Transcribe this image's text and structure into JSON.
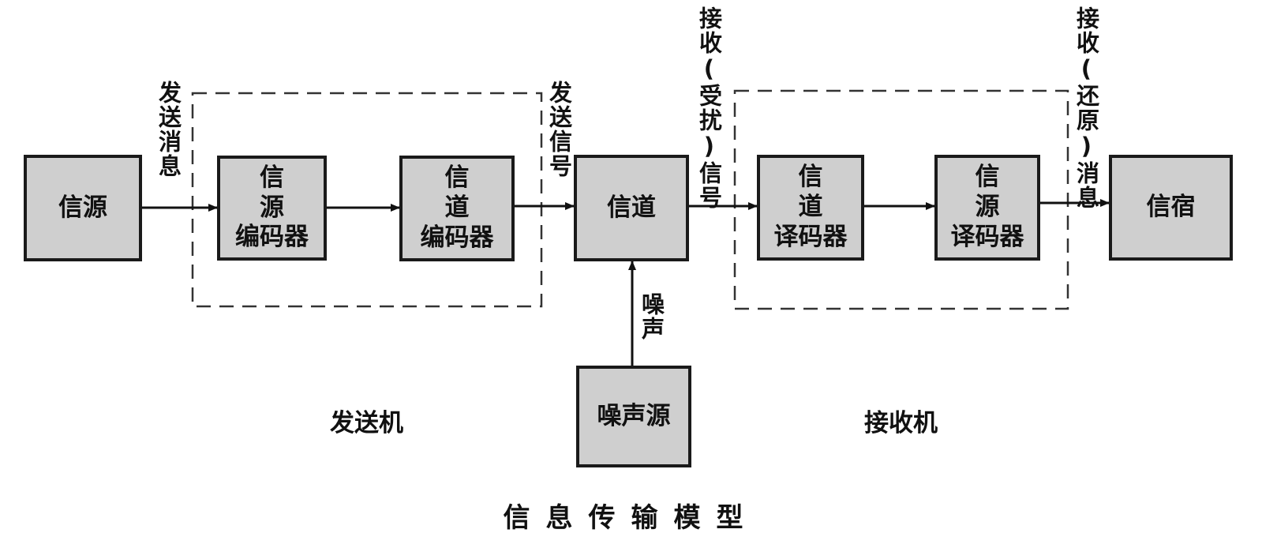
{
  "blocks": {
    "source": "信源",
    "source_encoder": [
      "信 源",
      "编码器"
    ],
    "channel_encoder": [
      "信 道",
      "编码器"
    ],
    "channel": "信道",
    "channel_decoder": [
      "信 道",
      "译码器"
    ],
    "source_decoder": [
      "信 源",
      "译码器"
    ],
    "sink": "信宿",
    "noise_source": "噪声源"
  },
  "signals": {
    "sent_message": "发送消息",
    "sent_signal": "发送信号",
    "received_signal": "接收(受扰)信号",
    "received_message": "接收(还原)消息",
    "noise": "噪声"
  },
  "groups": {
    "transmitter": "发送机",
    "receiver": "接收机"
  },
  "caption": "信息传输模型"
}
